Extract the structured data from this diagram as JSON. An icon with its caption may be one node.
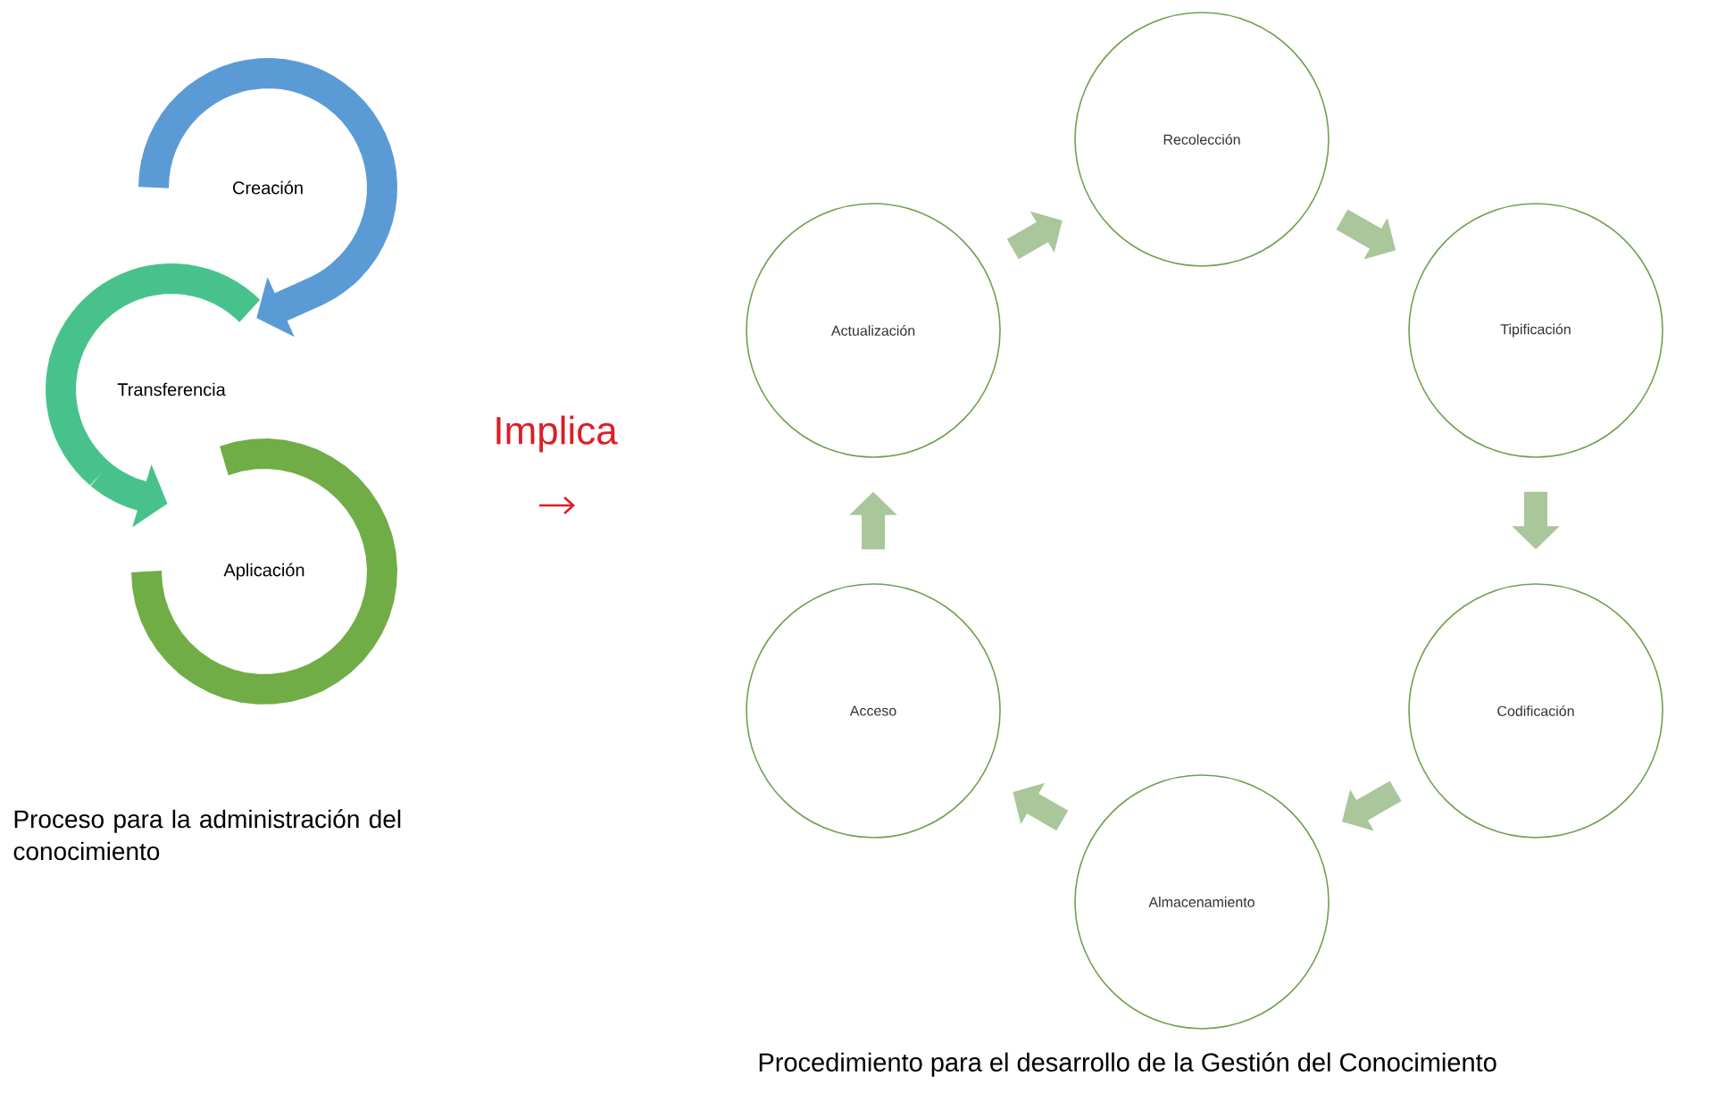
{
  "diagram": {
    "nodes": [
      {
        "text": [
          "Creación"
        ]
      },
      {
        "text": [
          "Transferencia"
        ]
      },
      {
        "text": [
          "Aplicación"
        ]
      },
      {
        "text": [
          "Recolección"
        ]
      },
      {
        "text": [
          "Tipificación"
        ]
      },
      {
        "text": [
          "Codificación"
        ]
      },
      {
        "text": [
          "Almacenamiento"
        ]
      },
      {
        "text": [
          "Acceso"
        ]
      },
      {
        "text": [
          "Actualización"
        ]
      }
    ],
    "edges": [
      {
        "from": 0,
        "to": 1,
        "arrow": "to",
        "color": "#5b9bd5"
      },
      {
        "from": 1,
        "to": 2,
        "arrow": "to",
        "color": "#48c28c"
      },
      {
        "from": 3,
        "to": 4,
        "arrow": "to"
      },
      {
        "from": 4,
        "to": 5,
        "arrow": "to"
      },
      {
        "from": 5,
        "to": 6,
        "arrow": "to"
      },
      {
        "from": 6,
        "to": 7,
        "arrow": "to"
      },
      {
        "from": 7,
        "to": 8,
        "arrow": "to"
      },
      {
        "from": 8,
        "to": 3,
        "arrow": "to"
      }
    ],
    "labels": [
      "Implica",
      "Proceso para la administración del conocimiento"
    ],
    "caption": "Procedimiento para el desarrollo de la Gestión del Conocimiento"
  }
}
